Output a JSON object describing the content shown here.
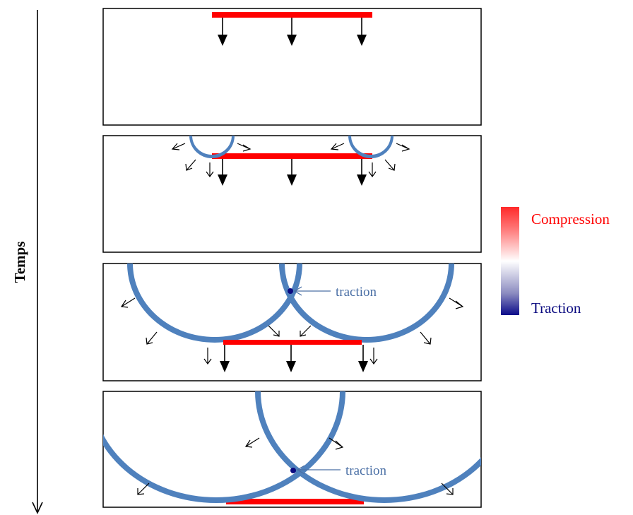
{
  "axis": {
    "label": "Temps"
  },
  "legend": {
    "compression_label": "Compression",
    "traction_label": "Traction",
    "compression_color": "#ff0000",
    "traction_color": "#0a0a80"
  },
  "annotations": {
    "panel3_traction": "traction",
    "panel4_traction": "traction"
  },
  "colors": {
    "wave": "#4f81bd",
    "compression": "#ff0000",
    "traction_point": "#0a0a80",
    "annotation_text": "#4a6fa5"
  }
}
